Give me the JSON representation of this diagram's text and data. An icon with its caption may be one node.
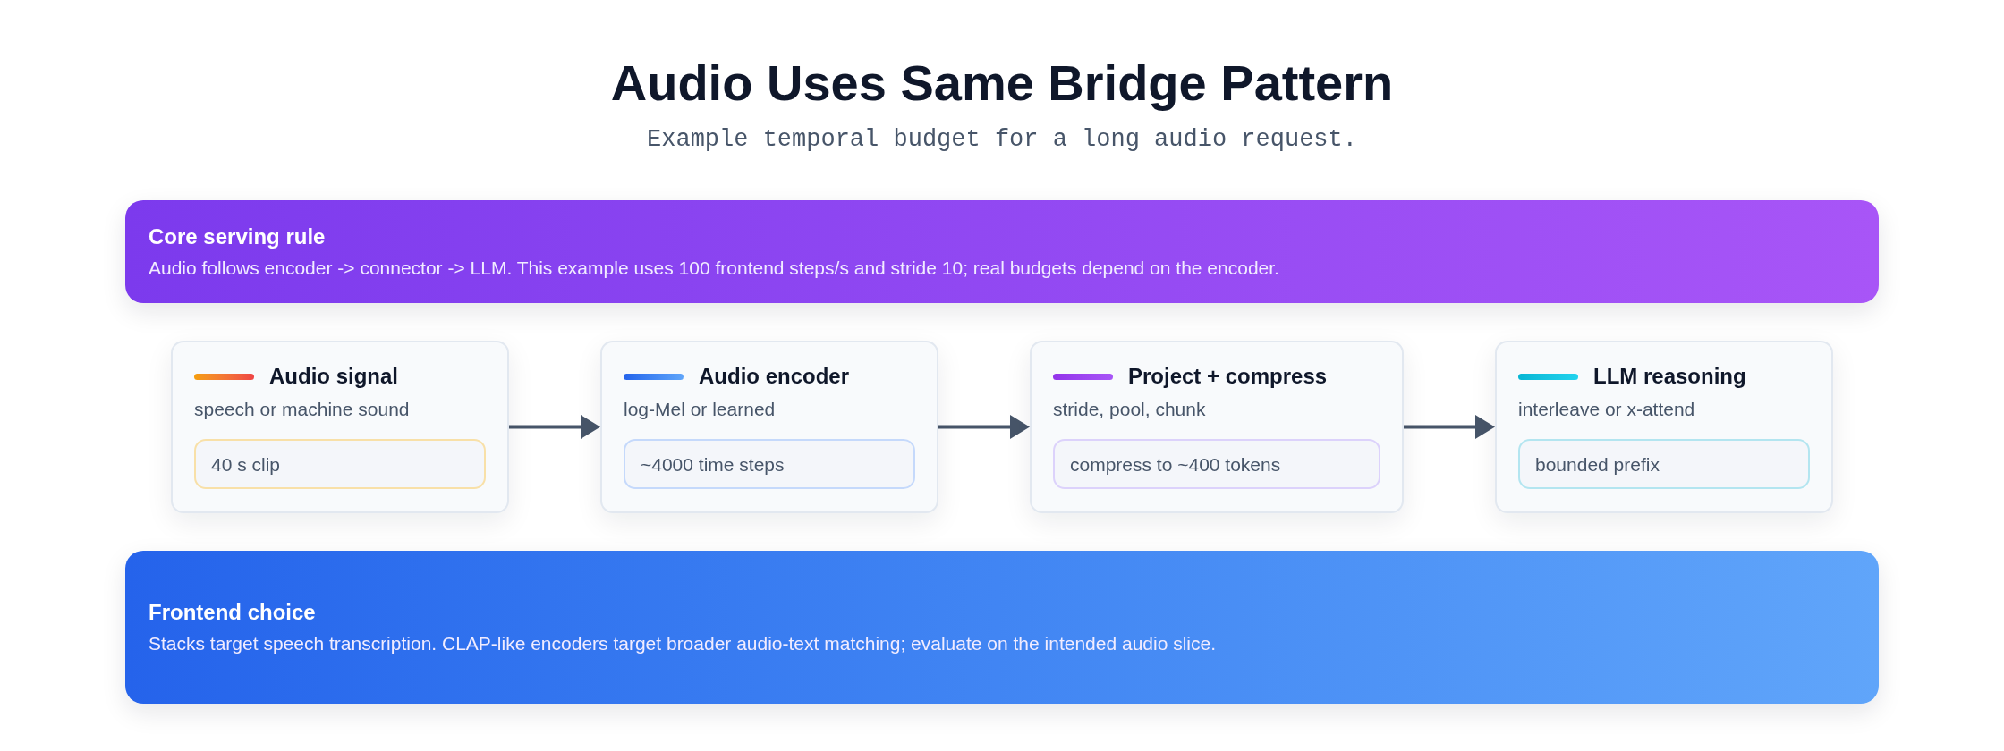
{
  "diagram": {
    "title": "Audio Uses Same Bridge Pattern",
    "nodes": [
      {
        "text": [
          "Core serving rule",
          "Audio follows encoder -> connector -> LLM. This example uses 100 frontend steps/s and stride 10; real budgets depend on the encoder."
        ]
      },
      {
        "text": [
          "Audio signal",
          "speech or machine sound"
        ]
      },
      {
        "text": [
          "40 s clip"
        ],
        "in": 1
      },
      {
        "text": [
          "Audio encoder",
          "log-Mel or learned"
        ]
      },
      {
        "text": [
          "~4000 time steps"
        ],
        "in": 3
      },
      {
        "text": [
          "Project + compress",
          "stride, pool, chunk"
        ]
      },
      {
        "text": [
          "compress to ~400 tokens"
        ],
        "in": 5
      },
      {
        "text": [
          "LLM reasoning",
          "interleave or x-attend"
        ]
      },
      {
        "text": [
          "bounded prefix"
        ],
        "in": 7
      },
      {
        "text": [
          "Frontend choice",
          "Stacks target speech transcription. CLAP-like encoders target broader audio-text matching; evaluate on the intended audio slice."
        ]
      }
    ],
    "edges": [
      {
        "from": 1,
        "to": 3,
        "arrow": "to"
      },
      {
        "from": 3,
        "to": 5,
        "arrow": "to"
      },
      {
        "from": 5,
        "to": 7,
        "arrow": "to"
      }
    ],
    "labels": [
      "Example temporal budget for a long audio request."
    ]
  }
}
